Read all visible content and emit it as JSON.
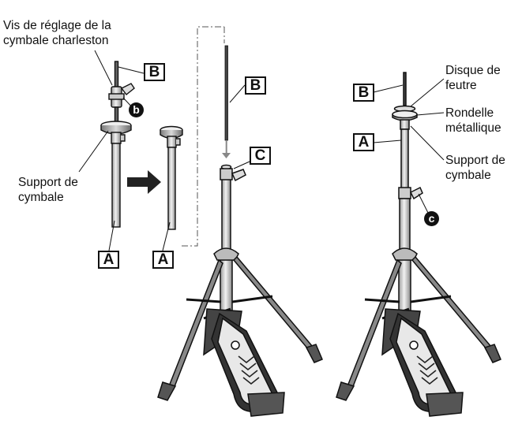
{
  "labels": {
    "hihat_screw": [
      "Vis de réglage de la",
      "cymbale charleston"
    ],
    "cymbal_support_left": [
      "Support de",
      "cymbale"
    ],
    "felt_disc": [
      "Disque de",
      "feutre"
    ],
    "metal_washer": [
      "Rondelle",
      "métallique"
    ],
    "cymbal_support_right": [
      "Support de",
      "cymbale"
    ]
  },
  "markers": {
    "A": "A",
    "B": "B",
    "C": "C",
    "b": "b",
    "c": "c"
  },
  "colors": {
    "line": "#111111",
    "fill_light": "#e6e6e6",
    "fill_mid": "#b8b8b8",
    "arrow": "#222222",
    "guide_arrow": "#888888"
  }
}
